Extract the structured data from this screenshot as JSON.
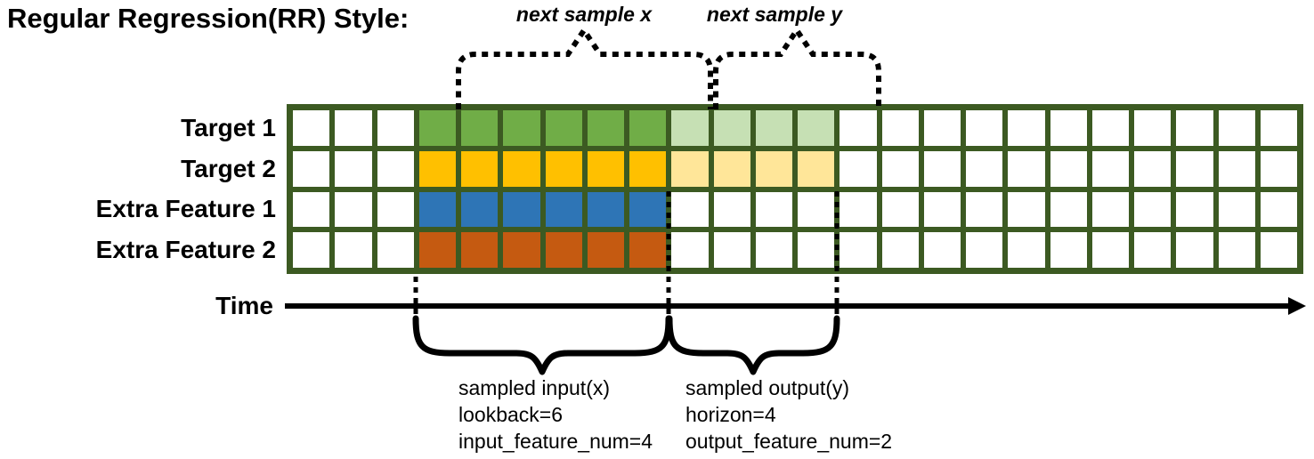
{
  "title": "Regular Regression(RR) Style:",
  "annotations": {
    "next_sample_x": "next sample x",
    "next_sample_y": "next sample y"
  },
  "colors": {
    "grid_border": "#3C5A22",
    "cell_empty": "#FFFFFF",
    "target1_input": "#70AD47",
    "target1_output": "#C6E0B4",
    "target2_input": "#FFC000",
    "target2_output": "#FFE699",
    "feature1_input": "#2E75B6",
    "feature2_input": "#C55A11",
    "annotation_ink": "#000000"
  },
  "grid": {
    "columns": 24,
    "rows": [
      {
        "label": "Target 1",
        "segments": [
          {
            "count": 3,
            "color_key": "cell_empty"
          },
          {
            "count": 6,
            "color_key": "target1_input"
          },
          {
            "count": 4,
            "color_key": "target1_output"
          },
          {
            "count": 11,
            "color_key": "cell_empty"
          }
        ]
      },
      {
        "label": "Target 2",
        "segments": [
          {
            "count": 3,
            "color_key": "cell_empty"
          },
          {
            "count": 6,
            "color_key": "target2_input"
          },
          {
            "count": 4,
            "color_key": "target2_output"
          },
          {
            "count": 11,
            "color_key": "cell_empty"
          }
        ]
      },
      {
        "label": "Extra Feature 1",
        "segments": [
          {
            "count": 3,
            "color_key": "cell_empty"
          },
          {
            "count": 6,
            "color_key": "feature1_input"
          },
          {
            "count": 15,
            "color_key": "cell_empty"
          }
        ]
      },
      {
        "label": "Extra Feature 2",
        "segments": [
          {
            "count": 3,
            "color_key": "cell_empty"
          },
          {
            "count": 6,
            "color_key": "feature2_input"
          },
          {
            "count": 15,
            "color_key": "cell_empty"
          }
        ]
      }
    ]
  },
  "time_axis": {
    "label": "Time"
  },
  "input_annotation": {
    "lines": [
      "sampled input(x)",
      "lookback=6",
      "input_feature_num=4"
    ]
  },
  "output_annotation": {
    "lines": [
      "sampled output(y)",
      "horizon=4",
      "output_feature_num=2"
    ]
  }
}
